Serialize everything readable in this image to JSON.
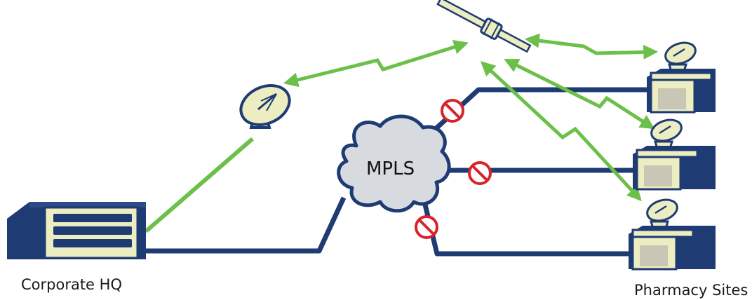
{
  "labels": {
    "hq": "Corporate HQ",
    "pharmacy": "Pharmacy Sites",
    "cloud": "MPLS"
  },
  "colors": {
    "navy": "#1f3b73",
    "cream": "#ecedc0",
    "stroke": "#1f3b73",
    "green": "#6cc04a",
    "red": "#d8232a",
    "cloud": "#d7dbe0"
  },
  "icons": {
    "hq": "server-building-icon",
    "dish": "satellite-dish-icon",
    "satellite": "satellite-icon",
    "cloud": "cloud-icon",
    "store": "store-icon",
    "blocked": "prohibited-icon"
  }
}
